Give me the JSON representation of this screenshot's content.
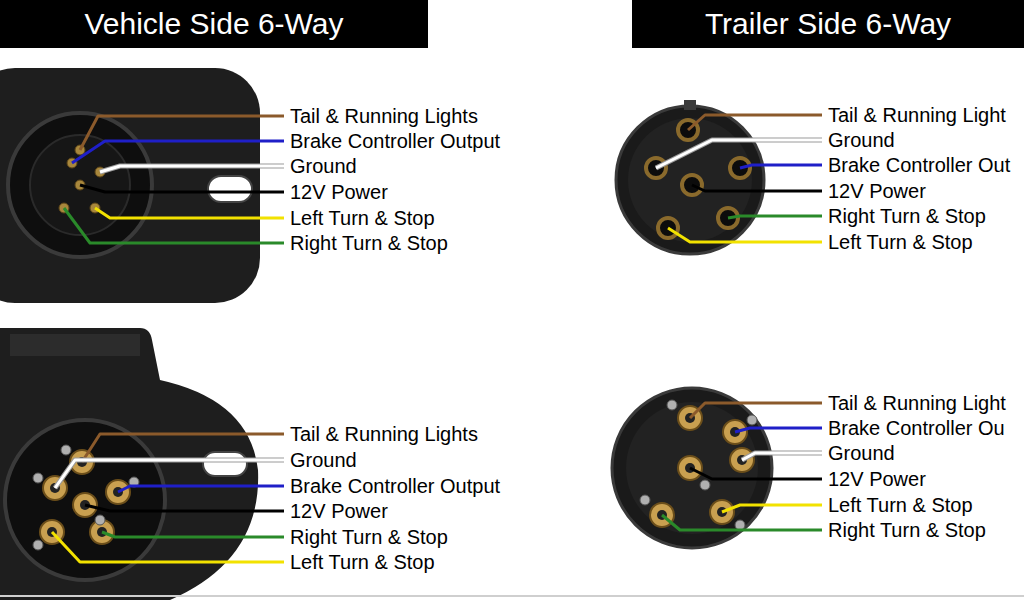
{
  "diagram": {
    "nodes": [
      {
        "text": [
          "Vehicle Side 6-Way"
        ]
      },
      {
        "text": [
          "Trailer Side 6-Way"
        ]
      }
    ],
    "labels": [
      "Tail & Running Lights",
      "Brake Controller Output",
      "Ground",
      "12V Power",
      "Left Turn & Stop",
      "Right Turn & Stop",
      "Tail & Running Light",
      "Ground",
      "Brake Controller Out",
      "12V Power",
      "Right Turn & Stop",
      "Left Turn & Stop",
      "Tail & Running Lights",
      "Ground",
      "Brake Controller Output",
      "12V Power",
      "Right Turn & Stop",
      "Left Turn & Stop",
      "Tail & Running Light",
      "Brake Controller Ou",
      "Ground",
      "12V Power",
      "Left Turn & Stop",
      "Right Turn & Stop"
    ]
  }
}
